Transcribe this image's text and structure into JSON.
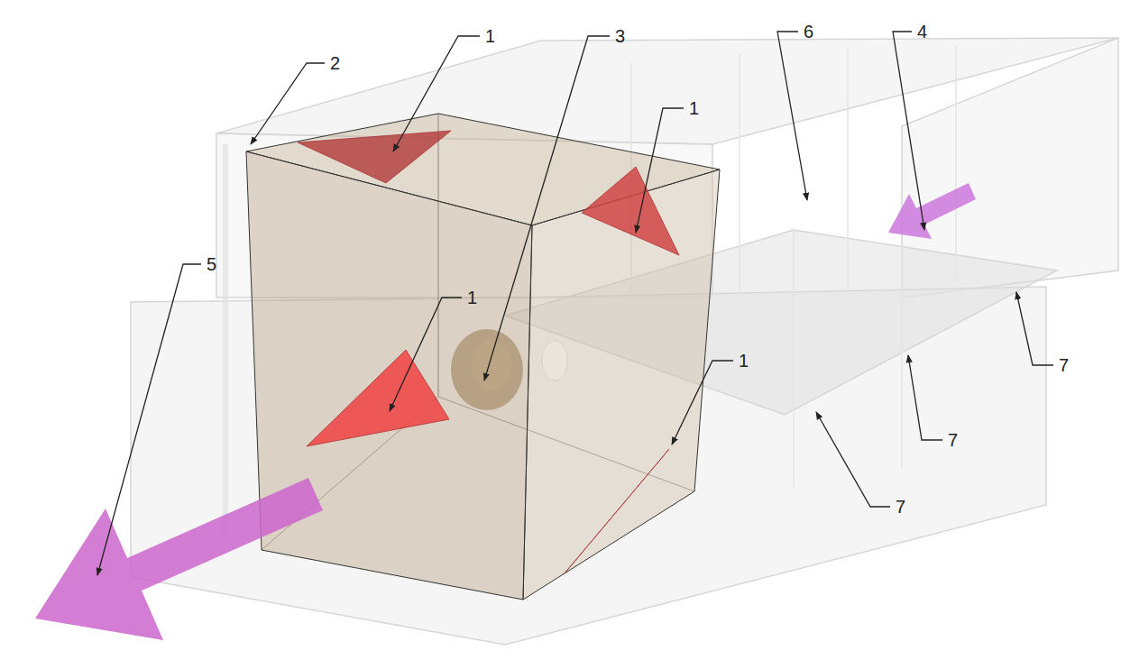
{
  "diagram": {
    "labels": [
      "2",
      "1",
      "3",
      "6",
      "4",
      "1",
      "5",
      "1",
      "7",
      "1",
      "7",
      "7"
    ]
  }
}
